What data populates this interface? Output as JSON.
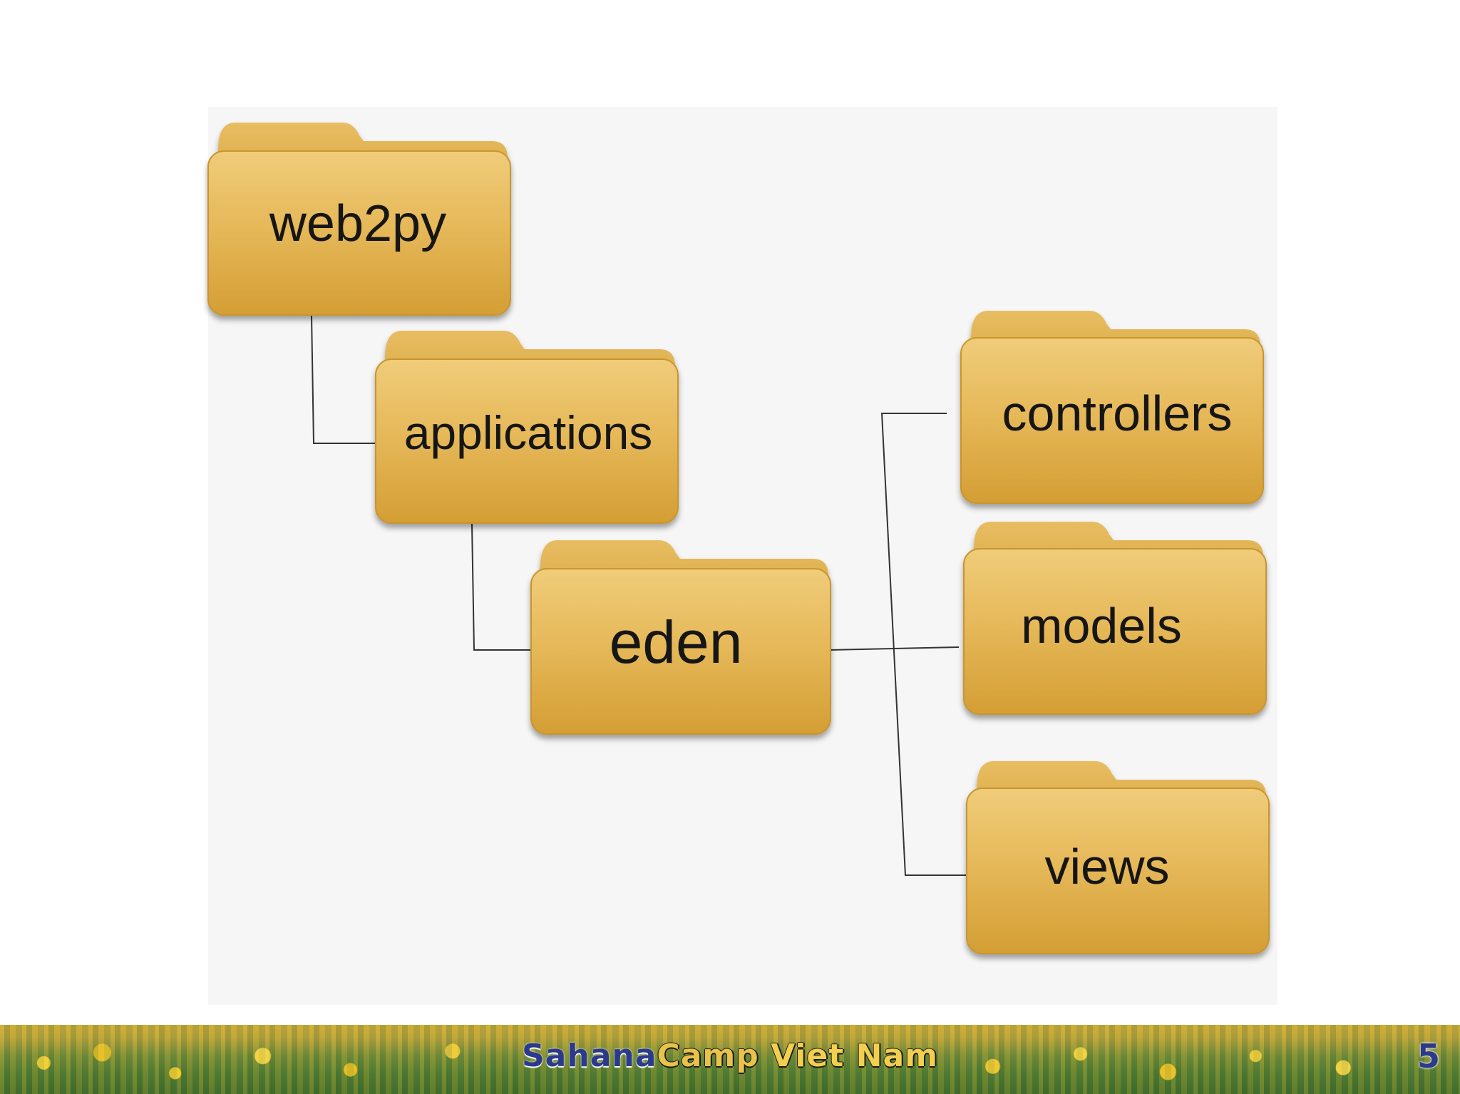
{
  "diagram": {
    "folders": [
      {
        "id": "web2py",
        "label": "web2py"
      },
      {
        "id": "applications",
        "label": "applications"
      },
      {
        "id": "eden",
        "label": "eden"
      },
      {
        "id": "controllers",
        "label": "controllers"
      },
      {
        "id": "models",
        "label": "models"
      },
      {
        "id": "views",
        "label": "views"
      }
    ],
    "edges": [
      {
        "from": "web2py",
        "to": "applications"
      },
      {
        "from": "applications",
        "to": "eden"
      },
      {
        "from": "eden",
        "to": "controllers"
      },
      {
        "from": "eden",
        "to": "models"
      },
      {
        "from": "eden",
        "to": "views"
      }
    ],
    "colors": {
      "folder_top": "#ecc46e",
      "folder_bottom": "#d9a538",
      "folder_tab": "#e3b552",
      "connector": "#333333"
    }
  },
  "footer": {
    "brand_part1": "Sahana",
    "brand_part2": "Camp",
    "brand_part3": "Viet",
    "brand_part4": "Nam",
    "page_number": "5",
    "colors": {
      "brand_blue": "#2b3a8c",
      "brand_gold": "#f2cf4e"
    }
  }
}
